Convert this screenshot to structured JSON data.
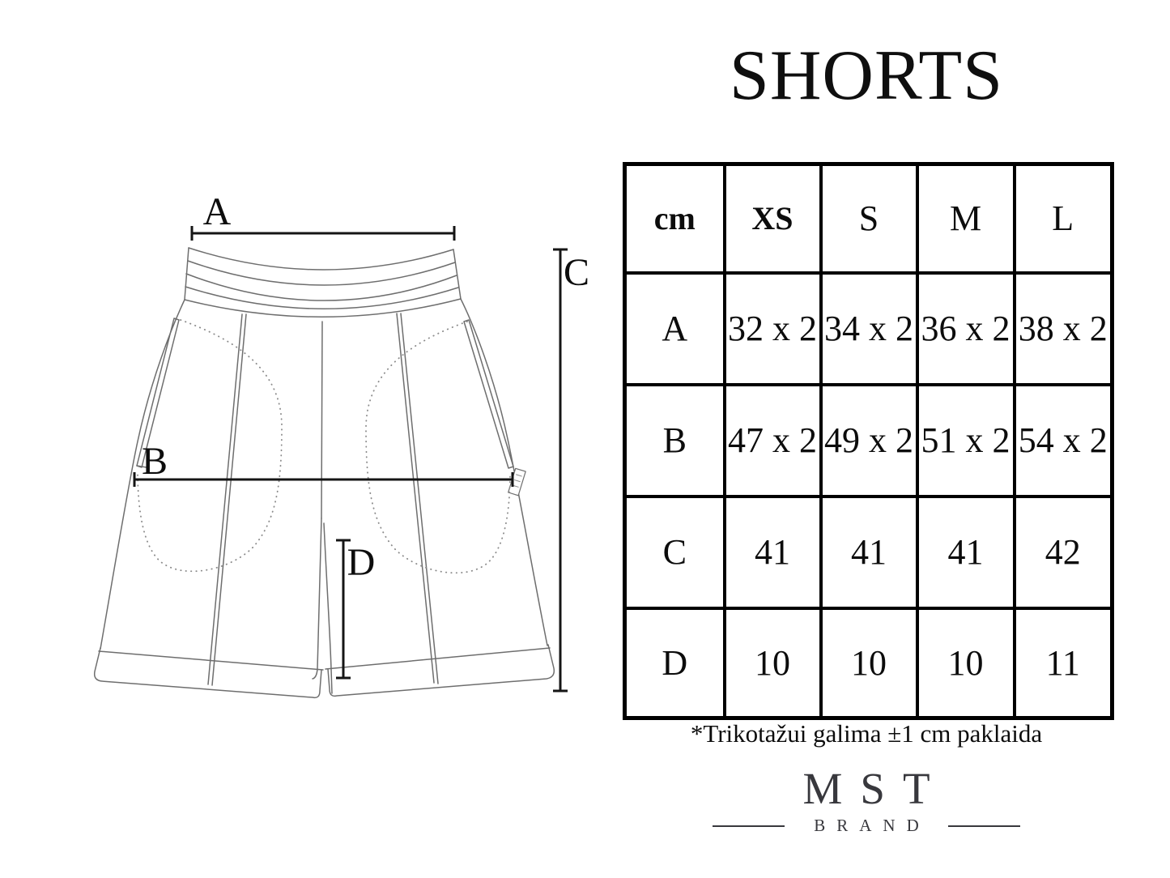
{
  "title": "SHORTS",
  "drawing": {
    "description": "flat technical sketch of shorts with measurement arrows",
    "labels": {
      "a": "A",
      "b": "B",
      "c": "C",
      "d": "D"
    }
  },
  "size_table": {
    "unit_header": "cm",
    "size_headers": [
      "XS",
      "S",
      "M",
      "L"
    ],
    "rows": [
      {
        "label": "A",
        "values": [
          "32 x 2",
          "34 x 2",
          "36 x 2",
          "38 x 2"
        ]
      },
      {
        "label": "B",
        "values": [
          "47 x 2",
          "49 x 2",
          "51 x 2",
          "54 x 2"
        ]
      },
      {
        "label": "C",
        "values": [
          "41",
          "41",
          "41",
          "42"
        ]
      },
      {
        "label": "D",
        "values": [
          "10",
          "10",
          "10",
          "11"
        ]
      }
    ]
  },
  "footnote": "*Trikotažui galima ±1 cm paklaida",
  "brand": {
    "name": "MST",
    "tagline": "BRAND"
  },
  "colors": {
    "background": "#ffffff",
    "table_border": "#000000",
    "drawing_line": "#6e6e6e",
    "dimension_line": "#151515",
    "logo_ink": "#38383d"
  }
}
